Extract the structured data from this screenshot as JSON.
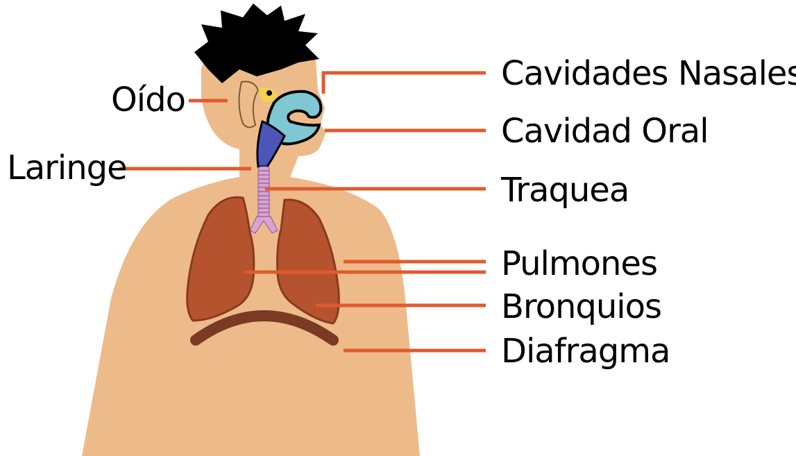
{
  "colors": {
    "skin": "#EDBB8A",
    "hair": "#000000",
    "leader_line": "#DE5B2E",
    "lung": "#B5532E",
    "lung_dark": "#8A3A20",
    "trachea": "#D9A2D5",
    "oral_cavity": "#7FC8D3",
    "larynx": "#4B56B8",
    "diaphragm": "#7A3A24",
    "ear_yellow": "#F3D24C",
    "background": "#FFFFFF"
  },
  "labels": {
    "oido": "Oído",
    "laringe": "Laringe",
    "cavidades_nasales": "Cavidades Nasales",
    "cavidad_oral": "Cavidad Oral",
    "traquea": "Traquea",
    "pulmones": "Pulmones",
    "bronquios": "Bronquios",
    "diafragma": "Diafragma"
  }
}
